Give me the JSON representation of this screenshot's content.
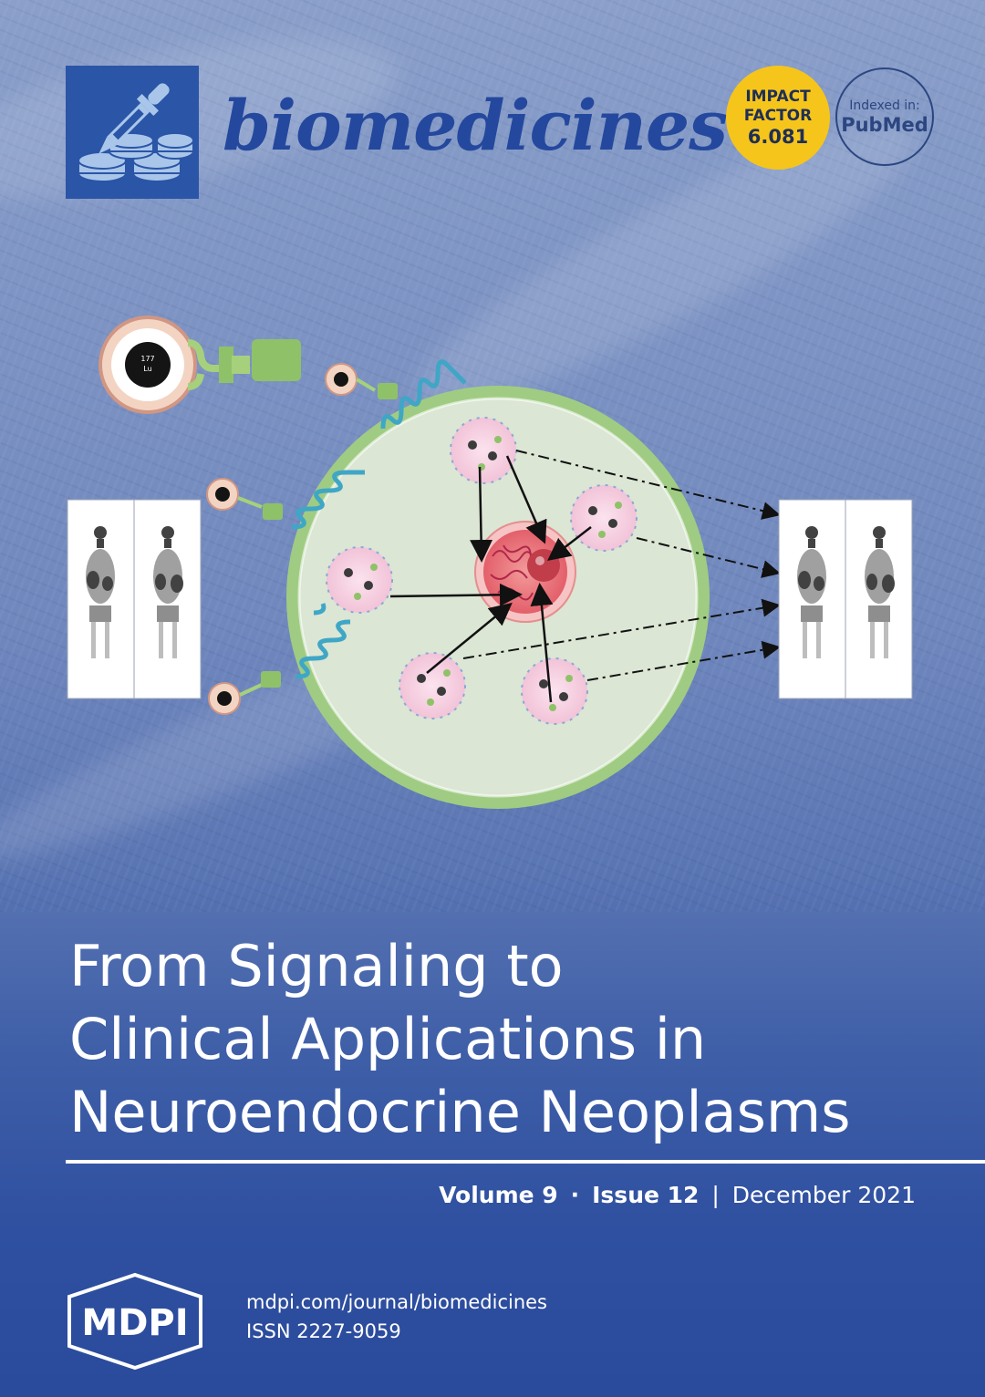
{
  "journal": {
    "title": "biomedicines"
  },
  "badges": {
    "impact_line1": "IMPACT",
    "impact_line2": "FACTOR",
    "impact_value": "6.081",
    "indexed_label": "Indexed in:",
    "indexed_name": "PubMed"
  },
  "figure": {
    "isotope_mass": "177",
    "isotope_symbol": "Lu"
  },
  "headline": {
    "line1": "From Signaling to",
    "line2": "Clinical Applications in",
    "line3": "Neuroendocrine Neoplasms"
  },
  "issue": {
    "volume": "Volume 9",
    "separator_dot": "·",
    "issue": "Issue 12",
    "bar": "|",
    "date": "December 2021"
  },
  "publisher": {
    "name": "MDPI",
    "url": "mdpi.com/journal/biomedicines",
    "issn": "ISSN 2227-9059"
  },
  "colors": {
    "journal_blue": "#24489e",
    "impact_yellow": "#f6c51b",
    "cover_bottom": "#2a4a9c"
  }
}
